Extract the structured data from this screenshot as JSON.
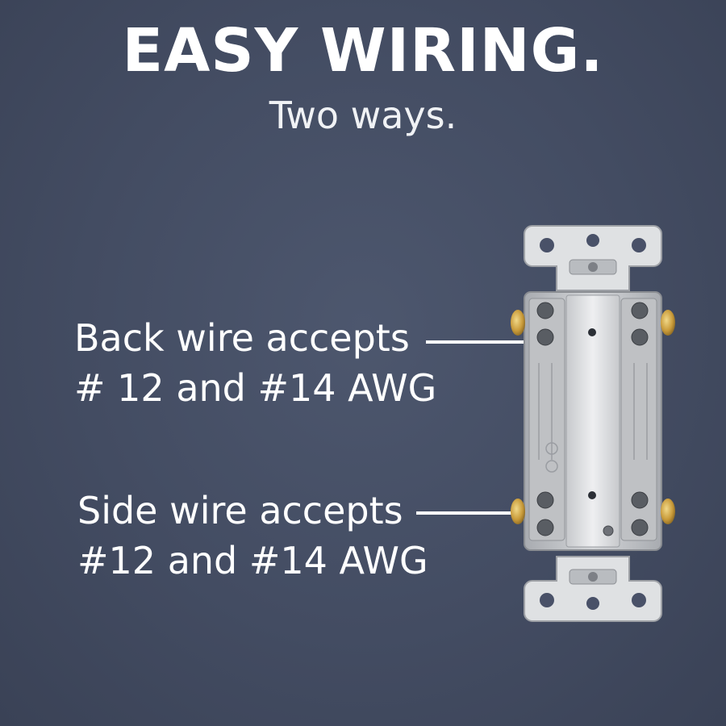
{
  "header": {
    "title": "EASY WIRING.",
    "subtitle": "Two ways."
  },
  "callouts": {
    "back_wire": {
      "line1": "Back wire accepts",
      "line2": "# 12 and #14 AWG"
    },
    "side_wire": {
      "line1": "Side wire accepts",
      "line2": "#12 and #14 AWG"
    }
  },
  "device": {
    "icon": "switch-device-back-view",
    "colors": {
      "strap": "#d9dbde",
      "body": "#c9cbce",
      "terminal": "#c9a24a"
    }
  }
}
